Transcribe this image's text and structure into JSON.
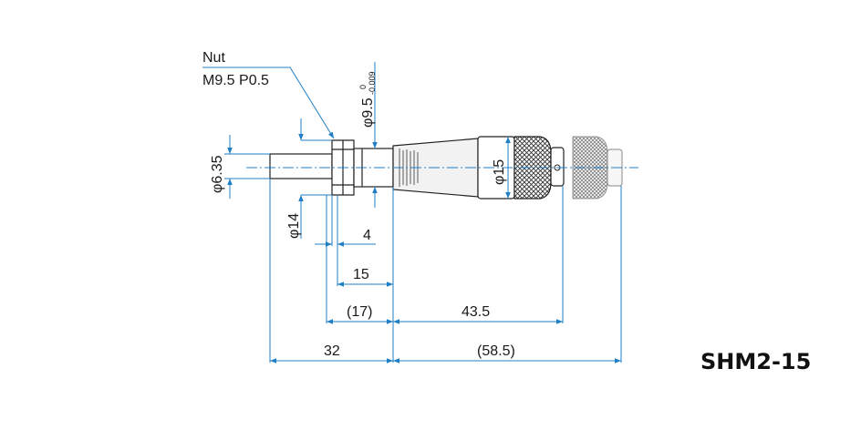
{
  "diagram": {
    "model": "SHM2-15",
    "nut": {
      "label": "Nut",
      "thread": "M9.5 P0.5"
    },
    "diameters": {
      "spindle": "φ6.35",
      "nut": "φ14",
      "stem": "φ9.5",
      "stem_tol_upper": "0",
      "stem_tol_lower": "-0.009",
      "thimble": "φ15"
    },
    "lengths": {
      "nut_width": "4",
      "stem_length": "15",
      "body_ref": "(17)",
      "thimble_length": "43.5",
      "spindle_travel": "32",
      "total_ref": "(58.5)"
    },
    "colors": {
      "dimension_line": "#1f7fc4",
      "part_outline": "#222222",
      "text": "#1a1a1a"
    }
  }
}
